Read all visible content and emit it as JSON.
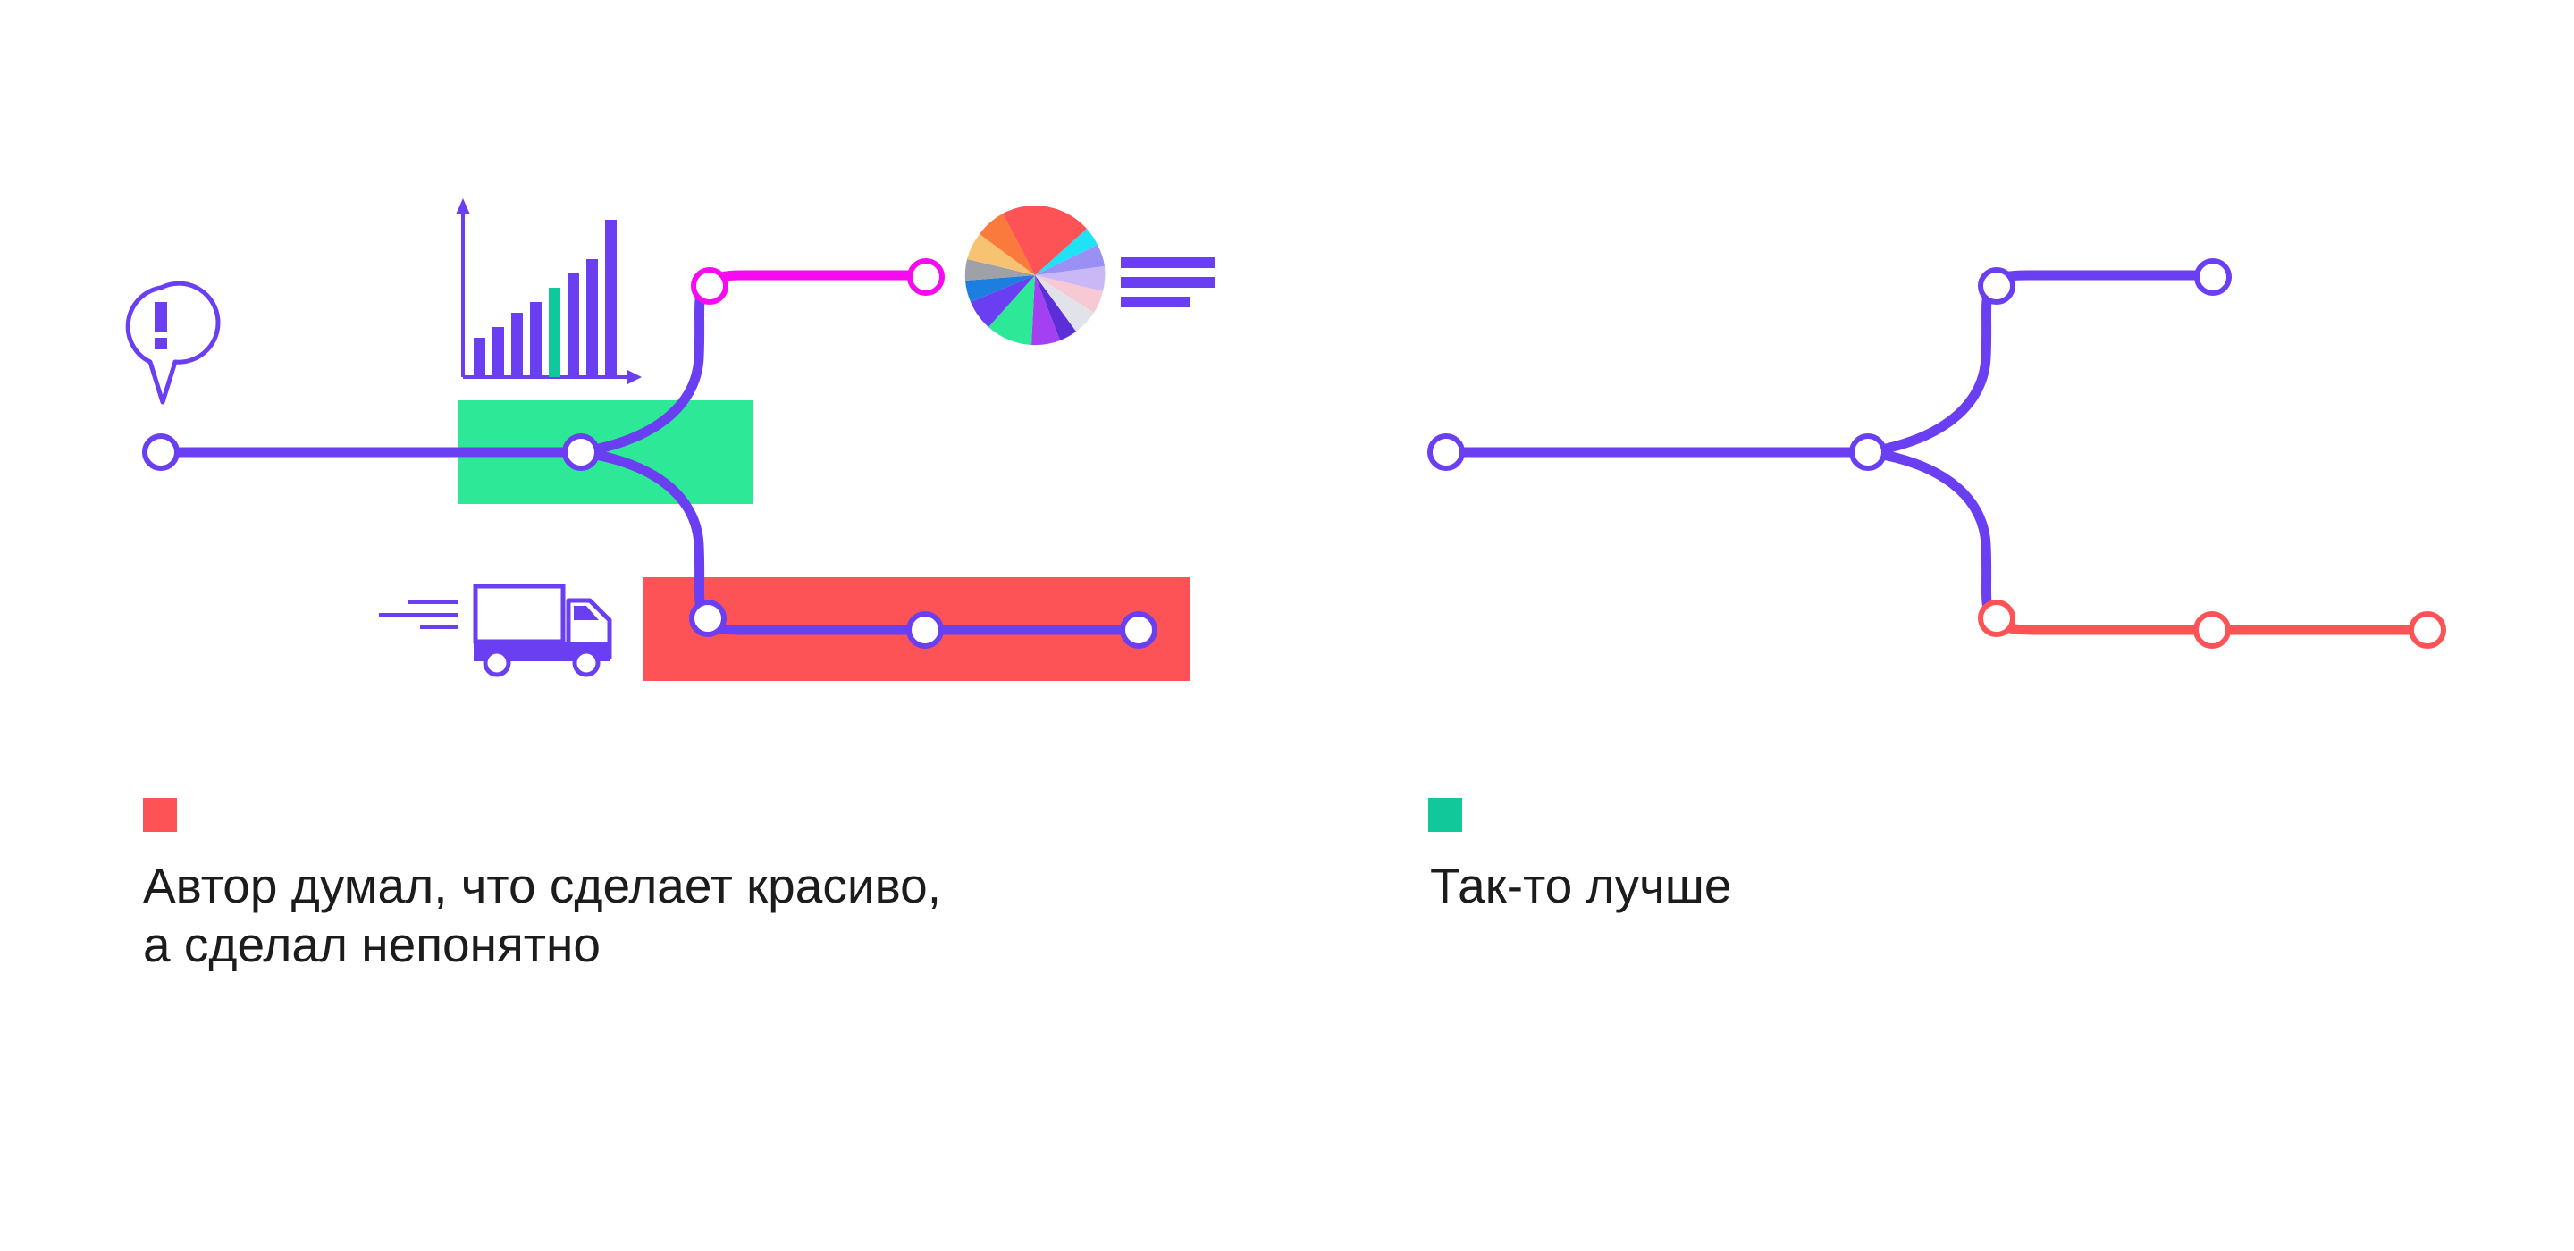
{
  "colors": {
    "violet": "#6a3ff2",
    "magenta": "#f60bf0",
    "red": "#fe5356",
    "green": "#2de897",
    "teal": "#11c89a",
    "white": "#ffffff",
    "text": "#1c1c1c"
  },
  "left_panel": {
    "marker_color": "#fe5356",
    "caption_line1": "Автор думал, что сделает красиво,",
    "caption_line2": "а сделал непонятно",
    "icons": [
      "warning-pin-icon",
      "bar-chart-icon",
      "pie-chart-icon",
      "text-lines-icon",
      "delivery-truck-icon"
    ]
  },
  "right_panel": {
    "marker_color": "#11c89a",
    "caption": "Так-то лучше"
  }
}
